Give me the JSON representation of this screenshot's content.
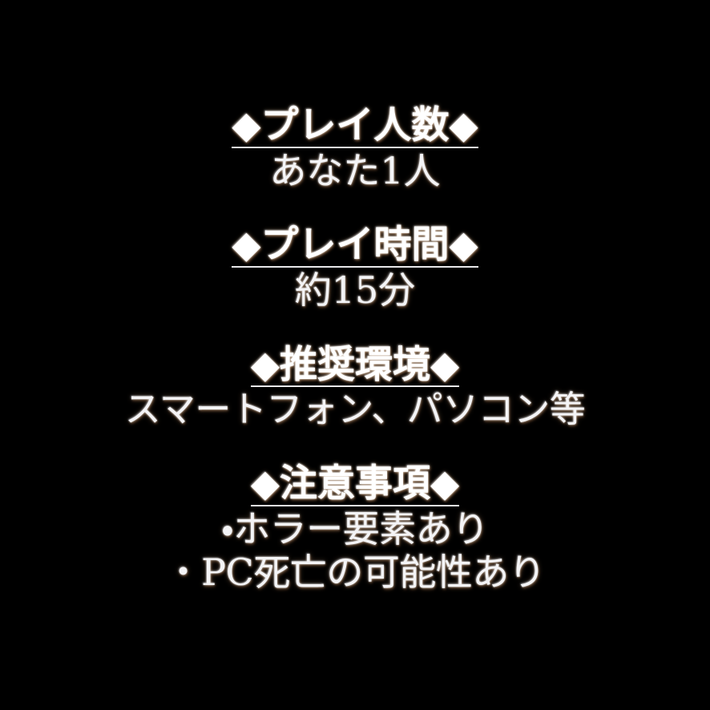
{
  "page": {
    "background_color": "#000000",
    "text_color": "#ffffff",
    "glow_color": "#ffbe7d",
    "language": "ja"
  },
  "sections": [
    {
      "heading": "◆プレイ人数◆",
      "heading_marker": "◆",
      "heading_label": "プレイ人数",
      "lines": [
        "あなた1人"
      ]
    },
    {
      "heading": "◆プレイ時間◆",
      "heading_marker": "◆",
      "heading_label": "プレイ時間",
      "lines": [
        "約15分"
      ]
    },
    {
      "heading": "◆推奨環境◆",
      "heading_marker": "◆",
      "heading_label": "推奨環境",
      "lines": [
        "スマートフォン、パソコン等"
      ]
    },
    {
      "heading": "◆注意事項◆",
      "heading_marker": "◆",
      "heading_label": "注意事項",
      "lines": [
        "・ホラー要素あり",
        "・PC死亡の可能性あり"
      ]
    }
  ]
}
